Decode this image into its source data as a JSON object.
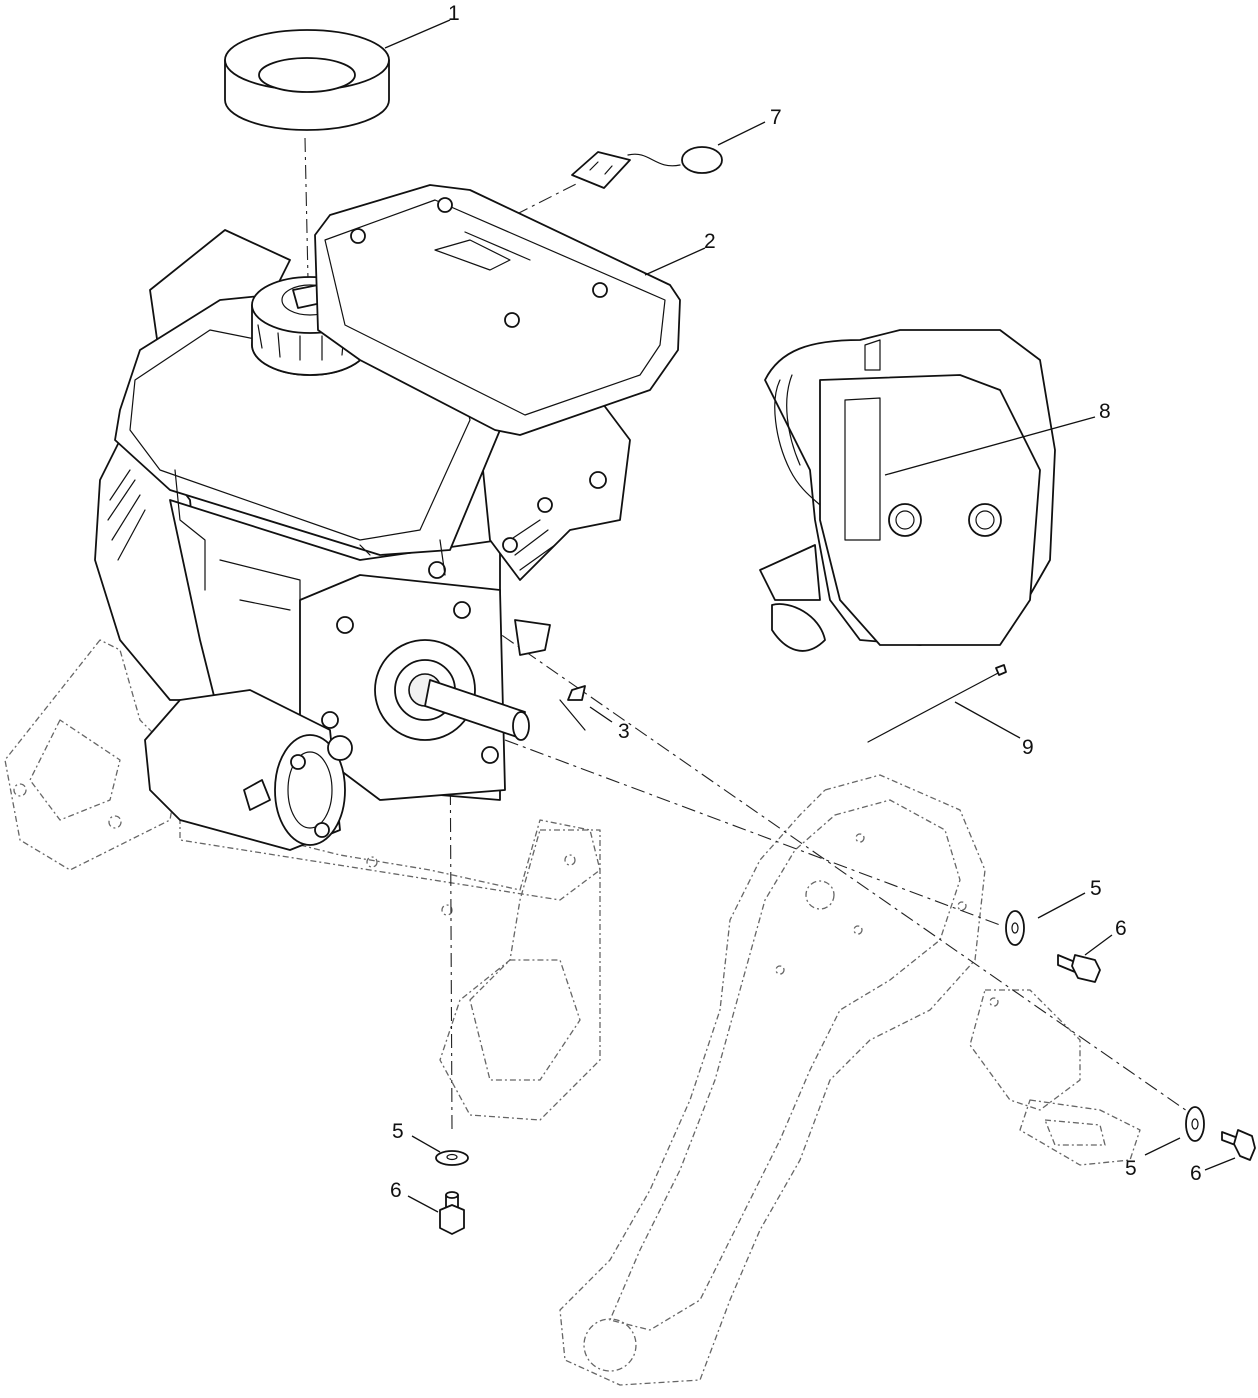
{
  "callouts": [
    {
      "id": "callout-1",
      "label": "1"
    },
    {
      "id": "callout-2",
      "label": "2"
    },
    {
      "id": "callout-3",
      "label": "3"
    },
    {
      "id": "callout-5a",
      "label": "5"
    },
    {
      "id": "callout-5b",
      "label": "5"
    },
    {
      "id": "callout-5c",
      "label": "5"
    },
    {
      "id": "callout-6a",
      "label": "6"
    },
    {
      "id": "callout-6b",
      "label": "6"
    },
    {
      "id": "callout-6c",
      "label": "6"
    },
    {
      "id": "callout-7",
      "label": "7"
    },
    {
      "id": "callout-8",
      "label": "8"
    },
    {
      "id": "callout-9",
      "label": "9"
    }
  ]
}
